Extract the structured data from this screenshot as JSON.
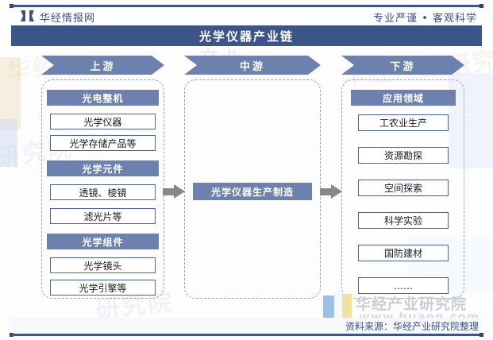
{
  "header": {
    "brand_name": "华经情报网",
    "brand_icon": "double-bookmark-logo",
    "slogan": "专业严谨 • 客观科学"
  },
  "title": {
    "text": "光学仪器产业链"
  },
  "stages": [
    {
      "key": "upstream",
      "label": "上游"
    },
    {
      "key": "midstream",
      "label": "中游"
    },
    {
      "key": "downstream",
      "label": "下游"
    }
  ],
  "upstream": {
    "groups": [
      {
        "header": "光电整机",
        "items": [
          "光学仪器",
          "光学存储产品等"
        ]
      },
      {
        "header": "光学元件",
        "items": [
          "透镜、棱镜",
          "滤光片等"
        ]
      },
      {
        "header": "光学组件",
        "items": [
          "光学镜头",
          "光学引擎等"
        ]
      }
    ]
  },
  "midstream": {
    "items": [
      "光学仪器生产制造"
    ]
  },
  "downstream": {
    "header": "应用领域",
    "items": [
      "工农业生产",
      "资源勘探",
      "空间探索",
      "科学实验",
      "国防建材",
      "……"
    ]
  },
  "connectors": [
    {
      "name": "upstream-to-midstream",
      "icon": "right-arrow-icon"
    },
    {
      "name": "midstream-to-downstream",
      "icon": "right-arrow-icon"
    }
  ],
  "watermark": {
    "institute": "华经产业研究院",
    "url": "www.huaon.com",
    "background_marks": [
      "华经",
      "研究院",
      "产业",
      "华经产业研究院",
      "研究院"
    ]
  },
  "footer": {
    "source": "资料来源：华经产业研究院整理"
  },
  "colors": {
    "navy": "#3d5488",
    "slate": "#6c81ae",
    "cell_border": "#4a6496",
    "dashed_border": "#9aa3b4",
    "arrow_gray": "#888888",
    "white": "#ffffff"
  }
}
